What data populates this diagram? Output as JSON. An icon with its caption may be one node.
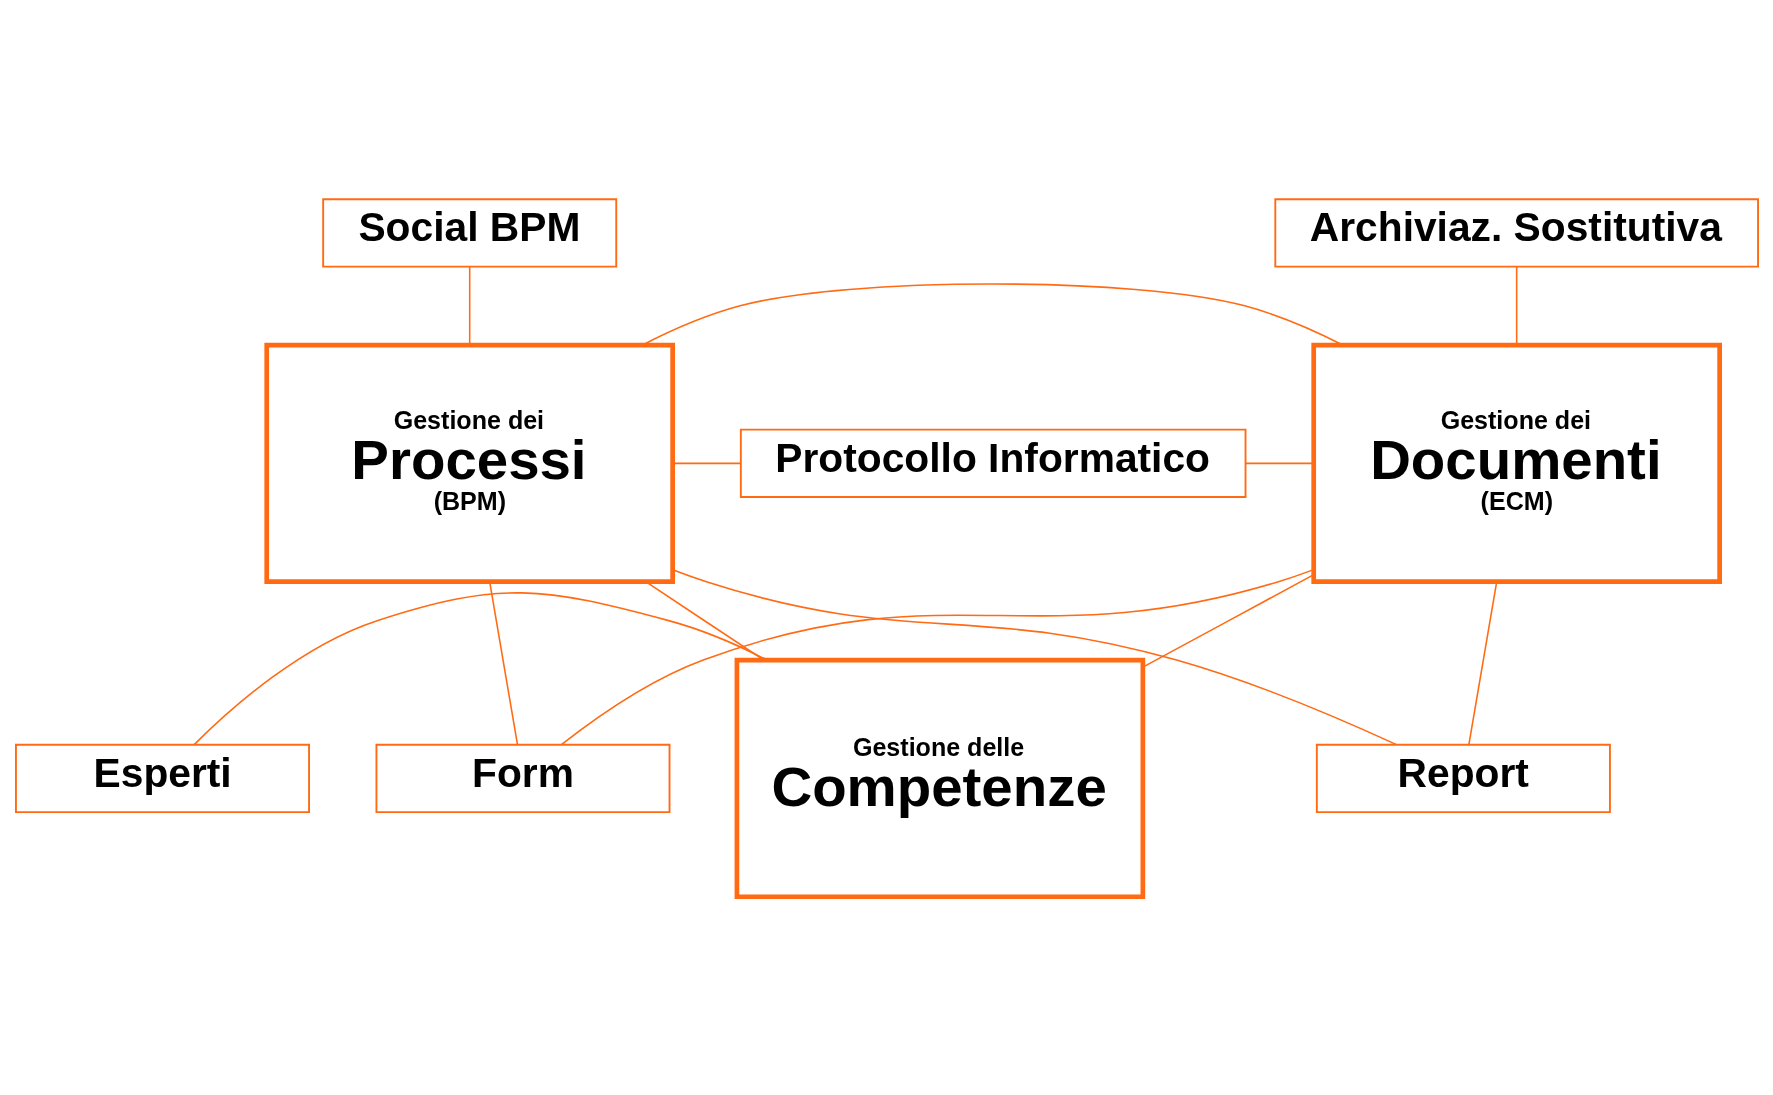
{
  "diagram": {
    "nodes": [
      {
        "text": [
          "Social BPM"
        ]
      },
      {
        "text": [
          "Archiviaz. Sostitutiva"
        ]
      },
      {
        "text": [
          "Gestione dei",
          "Processi",
          "(BPM)"
        ]
      },
      {
        "text": [
          "Protocollo Informatico"
        ]
      },
      {
        "text": [
          "Gestione dei",
          "Documenti",
          "(ECM)"
        ]
      },
      {
        "text": [
          "Form"
        ]
      },
      {
        "text": [
          "Report"
        ]
      },
      {
        "text": [
          "Gestione delle",
          "Competenze"
        ]
      },
      {
        "text": [
          "Esperti"
        ]
      }
    ],
    "edges": [
      {
        "from": 0,
        "to": 2,
        "arrow": "none"
      },
      {
        "from": 1,
        "to": 4,
        "arrow": "none"
      },
      {
        "from": 2,
        "to": 4,
        "arrow": "none"
      },
      {
        "from": 2,
        "to": 3,
        "arrow": "none"
      },
      {
        "from": 2,
        "to": 5,
        "arrow": "none"
      },
      {
        "from": 3,
        "to": 4,
        "arrow": "none"
      },
      {
        "from": 5,
        "to": 4,
        "arrow": "none"
      },
      {
        "from": 6,
        "to": 4,
        "arrow": "none"
      },
      {
        "from": 2,
        "to": 6,
        "arrow": "none"
      },
      {
        "from": 2,
        "to": 7,
        "arrow": "none"
      },
      {
        "from": 4,
        "to": 7,
        "arrow": "none"
      },
      {
        "from": 8,
        "to": 7,
        "arrow": "none"
      }
    ]
  }
}
